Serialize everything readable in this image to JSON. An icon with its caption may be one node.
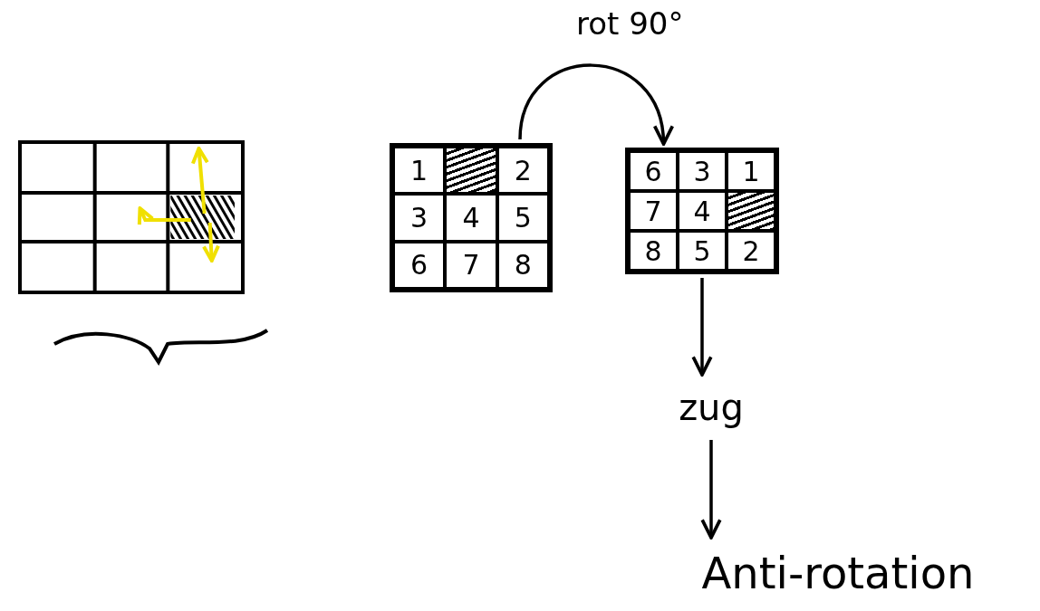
{
  "diagram": {
    "nodes": [
      {
        "text": [],
        "shape": "box"
      },
      {
        "text": [],
        "shape": "box"
      },
      {
        "text": [
          "1"
        ],
        "in": 1
      },
      {
        "text": [],
        "shape": "box",
        "in": 1
      },
      {
        "text": [
          "2"
        ],
        "in": 1
      },
      {
        "text": [
          "3"
        ],
        "in": 1
      },
      {
        "text": [
          "4"
        ],
        "in": 1
      },
      {
        "text": [
          "5"
        ],
        "in": 1
      },
      {
        "text": [
          "6"
        ],
        "in": 1
      },
      {
        "text": [
          "7"
        ],
        "in": 1
      },
      {
        "text": [
          "8"
        ],
        "in": 1
      },
      {
        "text": [],
        "shape": "box"
      },
      {
        "text": [
          "6"
        ],
        "in": 11
      },
      {
        "text": [
          "3"
        ],
        "in": 11
      },
      {
        "text": [
          "1"
        ],
        "in": 11
      },
      {
        "text": [
          "7"
        ],
        "in": 11
      },
      {
        "text": [
          "4"
        ],
        "in": 11
      },
      {
        "text": [],
        "shape": "box",
        "in": 11
      },
      {
        "text": [
          "8"
        ],
        "in": 11
      },
      {
        "text": [
          "5"
        ],
        "in": 11
      },
      {
        "text": [
          "2"
        ],
        "in": 11
      },
      {
        "text": [
          "zug"
        ]
      },
      {
        "text": [
          "Anti-rotation"
        ]
      }
    ],
    "edges": [
      {
        "from": 1,
        "to": 11,
        "arrow": "to",
        "label": "rot 90°"
      },
      {
        "from": 11,
        "to": 21,
        "arrow": "to"
      },
      {
        "from": 21,
        "to": 22,
        "arrow": "to"
      }
    ]
  }
}
